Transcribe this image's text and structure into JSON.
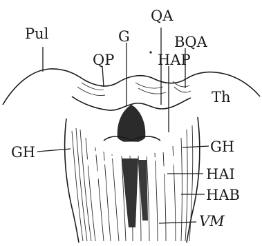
{
  "labels": {
    "pul": "Pul",
    "qp": "QP",
    "g": "G",
    "qa": "QA",
    "hap": "HAP",
    "bqa": "BQA",
    "th": "Th",
    "gh_left": "GH",
    "gh_right": "GH",
    "hai": "HAI",
    "hab": "HAB",
    "vm": "VM"
  },
  "colors": {
    "ink": "#1a1a1a",
    "background": "#ffffff"
  }
}
